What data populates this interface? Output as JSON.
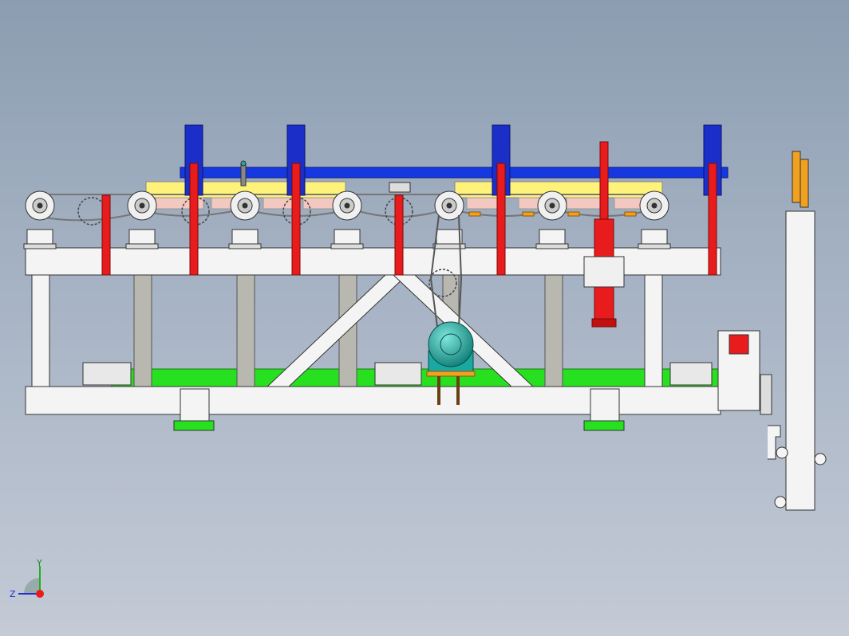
{
  "viewport": {
    "triad": {
      "x_label": "",
      "y_label": "Y",
      "z_label": "Z"
    }
  },
  "colors": {
    "frame": "#f4f4f4",
    "frame_stroke": "#333333",
    "post": "#b8b8b0",
    "cylinder_blue": "#1b2fc8",
    "rail_blue": "#1638e0",
    "cylinder_red": "#e81c1c",
    "base_green": "#27e020",
    "motor_teal": "#1aa9a0",
    "pad_yellow": "#fff27a",
    "pad_pink": "#f2c8c0",
    "bracket_orange": "#f2a020"
  },
  "components": [
    "main-frame",
    "top-beam",
    "bottom-beam",
    "cross-brace",
    "drive-motor",
    "roller-chain",
    "lift-cylinder",
    "clamp-cylinders",
    "side-column"
  ]
}
